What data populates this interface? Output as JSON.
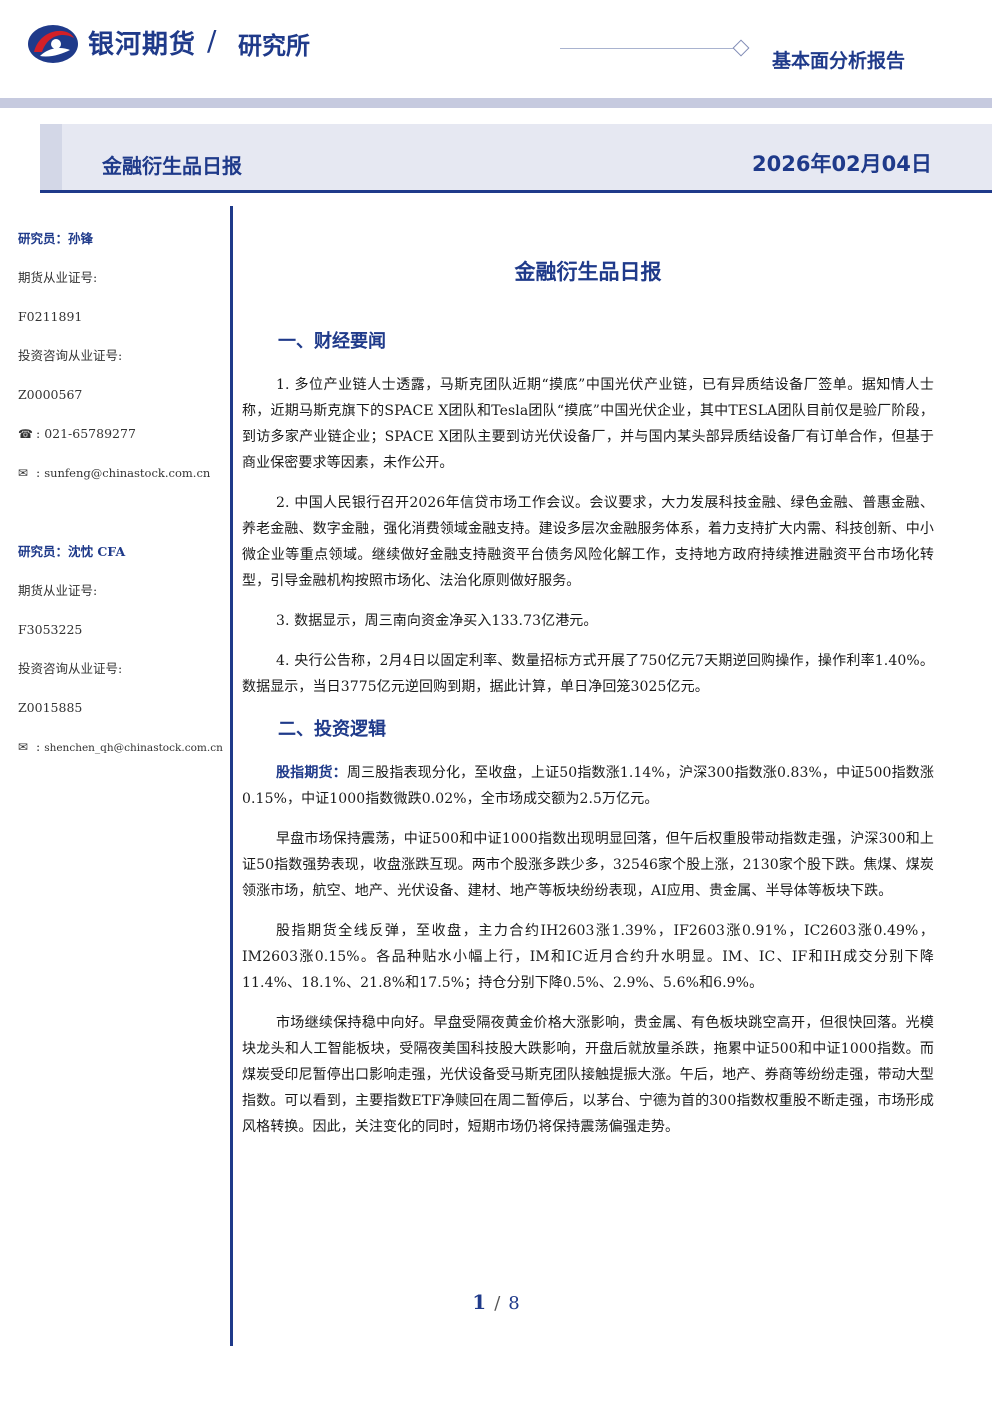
{
  "header": {
    "brand": "银河期货",
    "separator": "/",
    "department": "研究所",
    "report_type": "基本面分析报告"
  },
  "banner": {
    "title": "金融衍生品日报",
    "date": "2026年02月04日"
  },
  "sidebar": {
    "analysts": [
      {
        "researcher_label": "研究员：孙锋",
        "futures_license_label": "期货从业证号:",
        "futures_license": "F0211891",
        "consult_license_label": "投资咨询从业证号:",
        "consult_license": "Z0000567",
        "phone": "021-65789277",
        "email": "sunfeng@chinastock.com.cn"
      },
      {
        "researcher_label": "研究员：沈忱 CFA",
        "futures_license_label": "期货从业证号:",
        "futures_license": "F3053225",
        "consult_license_label": "投资咨询从业证号:",
        "consult_license": "Z0015885",
        "phone": "",
        "email": "shenchen_qh@chinastock.com.cn"
      }
    ]
  },
  "main": {
    "title": "金融衍生品日报",
    "sections": [
      {
        "heading": "一、财经要闻",
        "paragraphs": [
          "1. 多位产业链人士透露，马斯克团队近期“摸底”中国光伏产业链，已有异质结设备厂签单。据知情人士称，近期马斯克旗下的SPACE X团队和Tesla团队“摸底”中国光伏企业，其中TESLA团队目前仅是验厂阶段，到访多家产业链企业；SPACE X团队主要到访光伏设备厂，并与国内某头部异质结设备厂有订单合作，但基于商业保密要求等因素，未作公开。",
          "2. 中国人民银行召开2026年信贷市场工作会议。会议要求，大力发展科技金融、绿色金融、普惠金融、养老金融、数字金融，强化消费领域金融支持。建设多层次金融服务体系，着力支持扩大内需、科技创新、中小微企业等重点领域。继续做好金融支持融资平台债务风险化解工作，支持地方政府持续推进融资平台市场化转型，引导金融机构按照市场化、法治化原则做好服务。",
          "3. 数据显示，周三南向资金净买入133.73亿港元。",
          "4. 央行公告称，2月4日以固定利率、数量招标方式开展了750亿元7天期逆回购操作，操作利率1.40%。数据显示，当日3775亿元逆回购到期，据此计算，单日净回笼3025亿元。"
        ]
      },
      {
        "heading": "二、投资逻辑",
        "lead_label": "股指期货：",
        "lead_text": "周三股指表现分化，至收盘，上证50指数涨1.14%，沪深300指数涨0.83%，中证500指数涨0.15%，中证1000指数微跌0.02%，全市场成交额为2.5万亿元。",
        "paragraphs": [
          "早盘市场保持震荡，中证500和中证1000指数出现明显回落，但午后权重股带动指数走强，沪深300和上证50指数强势表现，收盘涨跌互现。两市个股涨多跌少多，32546家个股上涨，2130家个股下跌。焦煤、煤炭领涨市场，航空、地产、光伏设备、建材、地产等板块纷纷表现，AI应用、贵金属、半导体等板块下跌。",
          "股指期货全线反弹，至收盘，主力合约IH2603涨1.39%，IF2603涨0.91%，IC2603涨0.49%，IM2603涨0.15%。各品种贴水小幅上行，IM和IC近月合约升水明显。IM、IC、IF和IH成交分别下降11.4%、18.1%、21.8%和17.5%；持仓分别下降0.5%、2.9%、5.6%和6.9%。",
          "市场继续保持稳中向好。早盘受隔夜黄金价格大涨影响，贵金属、有色板块跳空高开，但很快回落。光模块龙头和人工智能板块，受隔夜美国科技股大跌影响，开盘后就放量杀跌，拖累中证500和中证1000指数。而煤炭受印尼暂停出口影响走强，光伏设备受马斯克团队接触提振大涨。午后，地产、券商等纷纷走强，带动大型指数。可以看到，主要指数ETF净赎回在周二暂停后，以茅台、宁德为首的300指数权重股不断走强，市场形成风格转换。因此，关注变化的同时，短期市场仍将保持震荡偏强走势。"
        ]
      }
    ]
  },
  "footer": {
    "page": "1",
    "separator": "/",
    "total": "8"
  },
  "colors": {
    "brand_blue": "#1f3a8a",
    "brand_red": "#d32027",
    "banner_bg": "#e6e8f2"
  }
}
